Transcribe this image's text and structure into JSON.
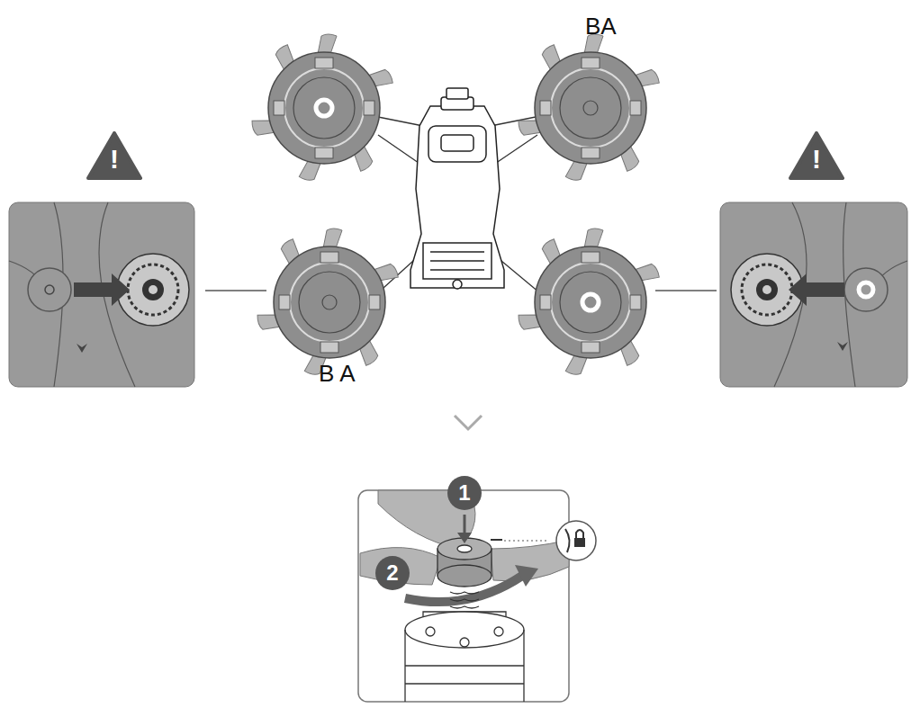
{
  "diagram": {
    "nodes": [
      {
        "text": [
          "!"
        ]
      },
      {
        "text": [
          "!"
        ]
      },
      {
        "text": [
          "1"
        ]
      },
      {
        "text": [
          "2"
        ]
      }
    ],
    "labels": [
      "BA",
      "B A"
    ]
  }
}
